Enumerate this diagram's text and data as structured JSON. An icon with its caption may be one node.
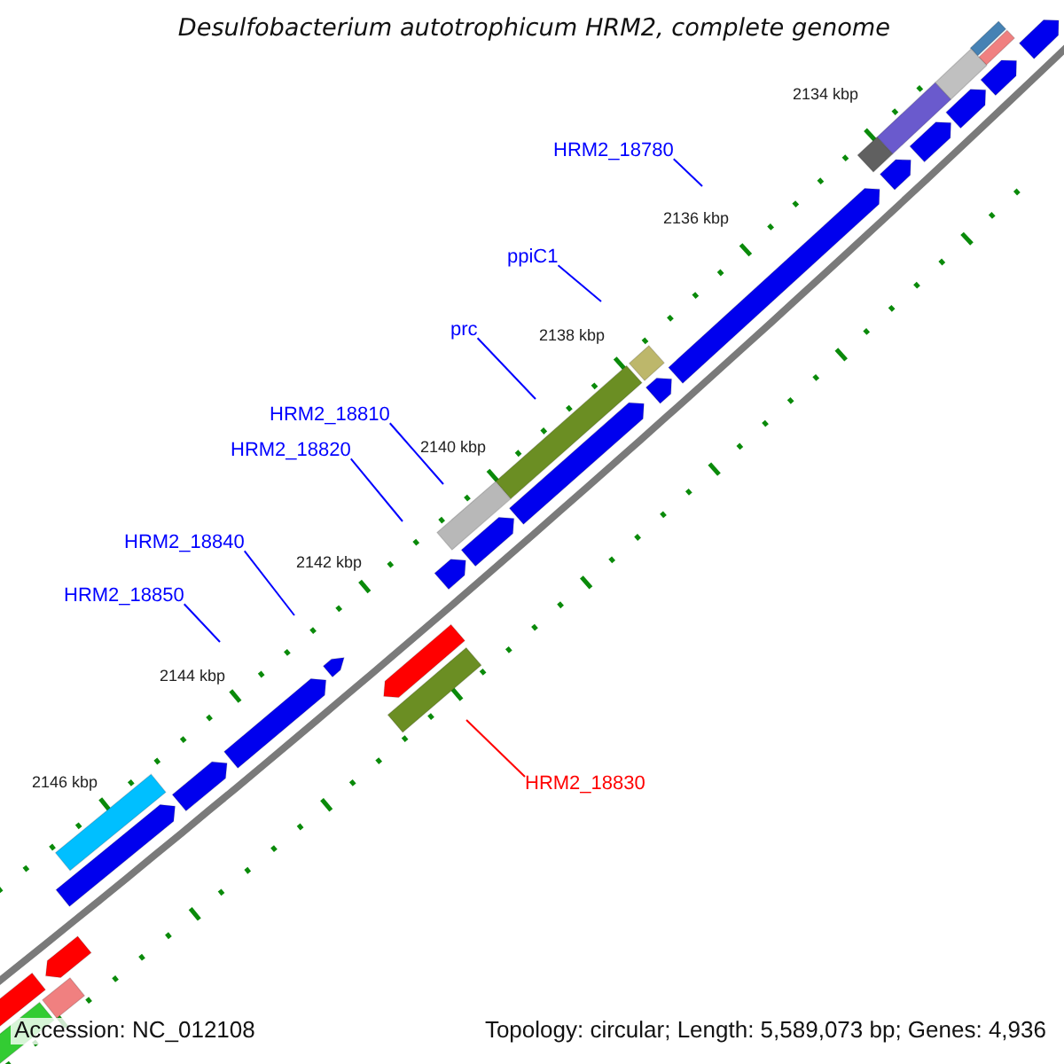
{
  "diagram": {
    "title": "Desulfobacterium autotrophicum HRM2, complete genome",
    "nodes": [
      {
        "text": [
          "HRM2_18780"
        ]
      },
      {
        "text": [
          "ppiC1"
        ]
      },
      {
        "text": [
          "prc"
        ]
      },
      {
        "text": [
          "HRM2_18810"
        ]
      },
      {
        "text": [
          "HRM2_18820"
        ]
      },
      {
        "text": [
          "HRM2_18840"
        ]
      },
      {
        "text": [
          "HRM2_18850"
        ]
      },
      {
        "text": [
          "HRM2_18830"
        ]
      }
    ],
    "edges": [
      {
        "from": 0,
        "to": null,
        "arrow": "none"
      },
      {
        "from": 1,
        "to": null,
        "arrow": "none"
      },
      {
        "from": 2,
        "to": null,
        "arrow": "none"
      },
      {
        "from": 3,
        "to": null,
        "arrow": "none"
      },
      {
        "from": 4,
        "to": null,
        "arrow": "none"
      },
      {
        "from": 5,
        "to": null,
        "arrow": "none"
      },
      {
        "from": 6,
        "to": null,
        "arrow": "none"
      },
      {
        "from": 7,
        "to": null,
        "arrow": "none",
        "color": "#ff0000"
      }
    ],
    "labels": [
      "2134 kbp",
      "2136 kbp",
      "2138 kbp",
      "2140 kbp",
      "2142 kbp",
      "2144 kbp",
      "2146 kbp",
      "Accession: NC_012108",
      "Topology: circular; Length: 5,589,073 bp; Genes: 4,936"
    ]
  }
}
